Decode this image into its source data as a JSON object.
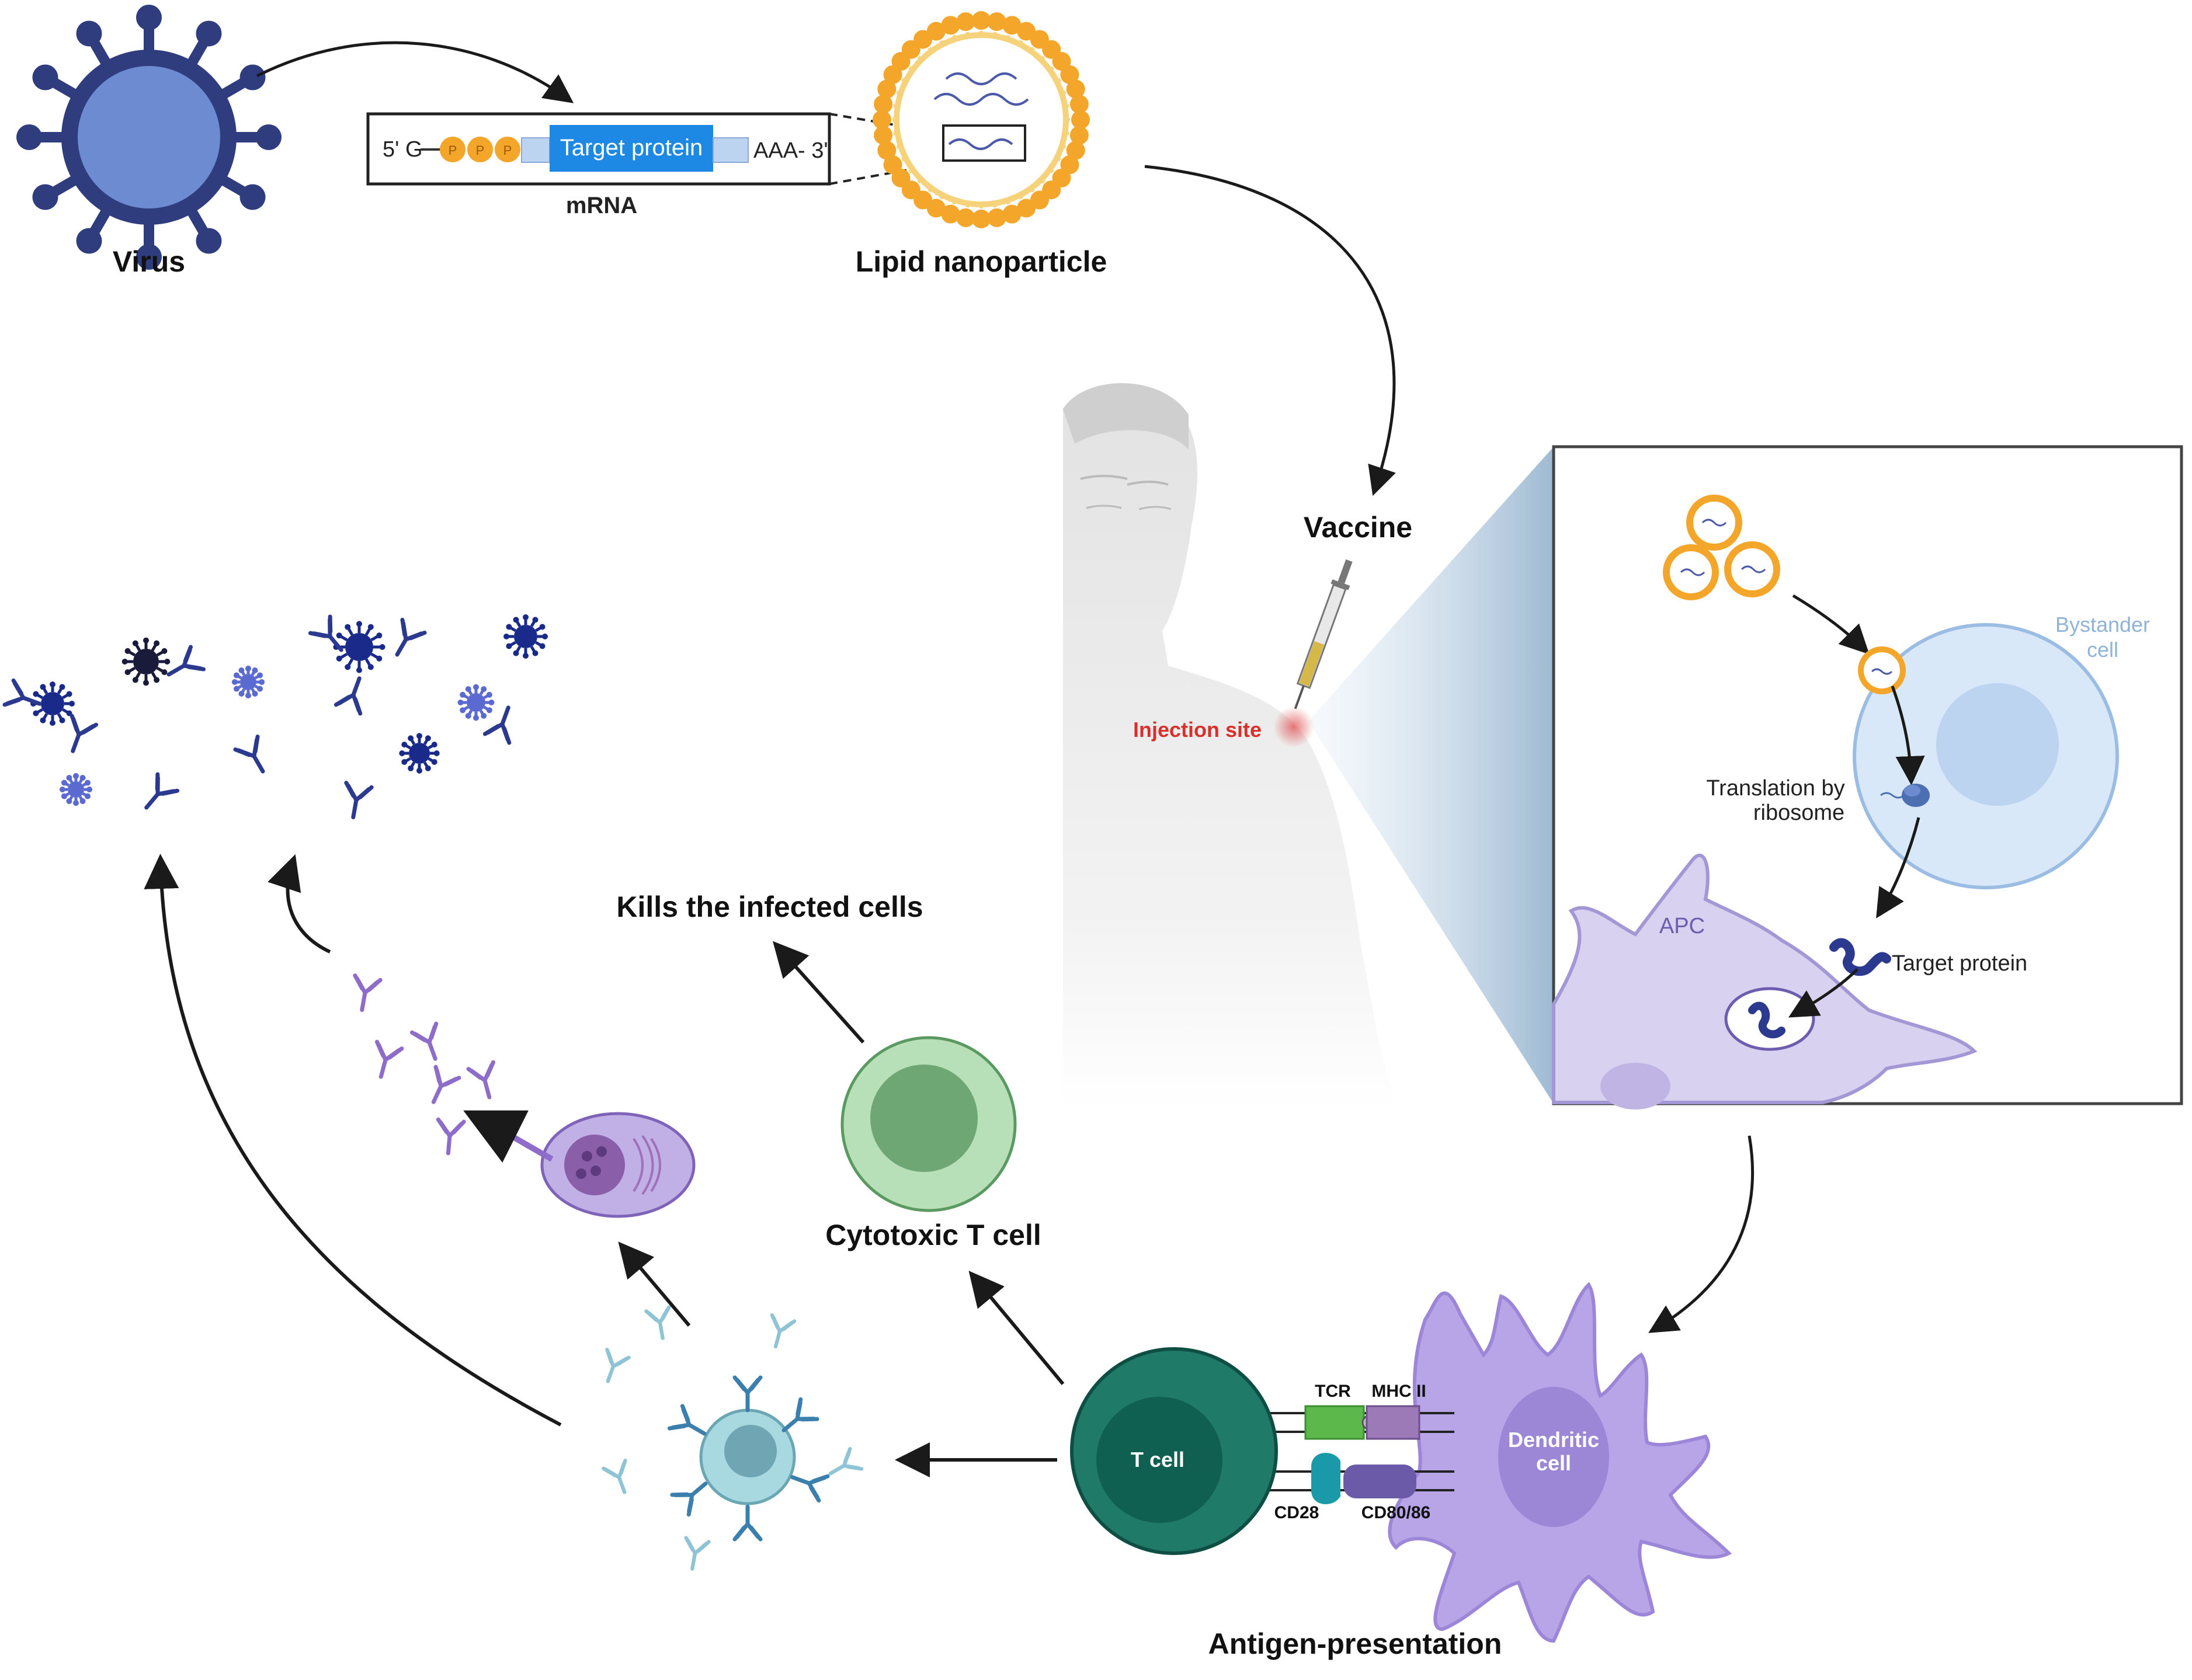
{
  "labels": {
    "virus": "Virus",
    "mrna": "mRNA",
    "mrna_5prime": "5' G",
    "mrna_3prime": "AAA- 3'",
    "mrna_cap_p": "P",
    "target_protein_box": "Target protein",
    "lipid_nanoparticle": "Lipid nanoparticle",
    "vaccine": "Vaccine",
    "injection_site": "Injection site",
    "bystander_cell_1": "Bystander",
    "bystander_cell_2": "cell",
    "translation_1": "Translation by",
    "translation_2": "ribosome",
    "apc": "APC",
    "target_protein": "Target protein",
    "kills_infected": "Kills the infected cells",
    "cytotoxic_t_cell": "Cytotoxic T cell",
    "t_cell": "T cell",
    "dendritic_1": "Dendritic",
    "dendritic_2": "cell",
    "tcr": "TCR",
    "mhc": "MHC II",
    "cd28": "CD28",
    "cd80": "CD80/86",
    "antigen_presentation": "Antigen-presentation"
  },
  "colors": {
    "virus": "#2f3c7e",
    "virus_core": "#6c8bd0",
    "lipid": "#f3a62a",
    "target_blue": "#1e88e5",
    "bystander": "#d8e8f8",
    "apc": "#d8d2f0",
    "dendritic": "#b8a5e8",
    "t_cell": "#1f7a68",
    "cytotoxic": "#9fd0a4",
    "b_cell": "#a8d8e0",
    "plasma": "#a58bd6",
    "antibody_dark": "#2b3a8f",
    "antibody_purple": "#8e6cc9",
    "antibody_teal": "#3b7fae"
  },
  "icons": [
    "virus-icon",
    "lipid-nanoparticle-icon",
    "syringe-icon",
    "ribosome-icon",
    "antibody-icon"
  ]
}
